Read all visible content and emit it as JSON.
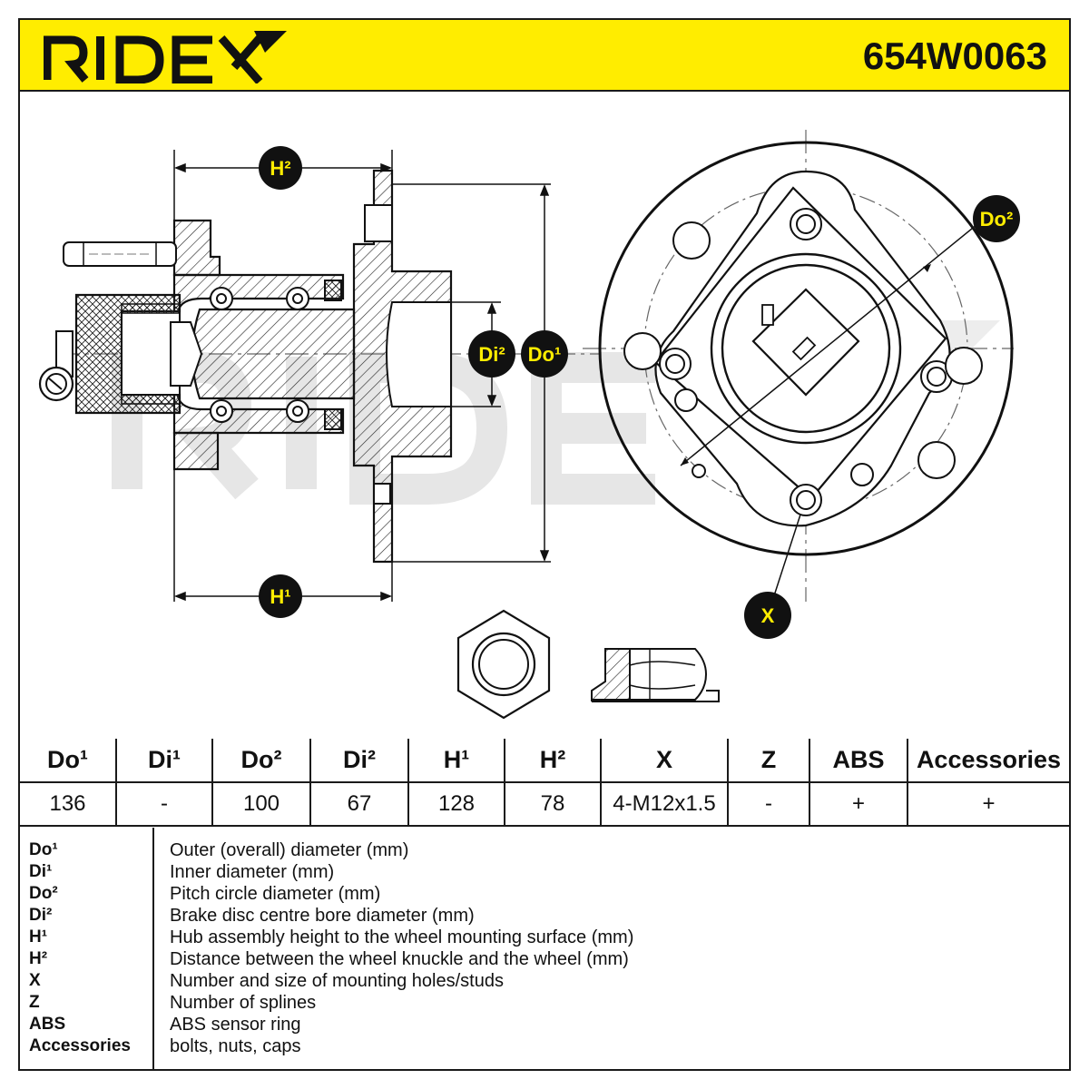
{
  "brand": {
    "name": "RIDEX",
    "accent_color": "#ffed00"
  },
  "part_number": "654W0063",
  "drawing_labels": {
    "h2": "H²",
    "h1": "H¹",
    "di2": "Di²",
    "do1": "Do¹",
    "do2": "Do²",
    "x": "X"
  },
  "specs": {
    "headers": [
      "Do¹",
      "Di¹",
      "Do²",
      "Di²",
      "H¹",
      "H²",
      "X",
      "Z",
      "ABS",
      "Accessories"
    ],
    "values": [
      "136",
      "-",
      "100",
      "67",
      "128",
      "78",
      "4-M12x1.5",
      "-",
      "+",
      "+"
    ]
  },
  "legend": [
    {
      "key": "Do¹",
      "desc": "Outer (overall) diameter (mm)"
    },
    {
      "key": "Di¹",
      "desc": "Inner diameter (mm)"
    },
    {
      "key": "Do²",
      "desc": "Pitch circle diameter (mm)"
    },
    {
      "key": "Di²",
      "desc": "Brake disc centre bore diameter (mm)"
    },
    {
      "key": "H¹",
      "desc": "Hub assembly height to the wheel mounting surface (mm)"
    },
    {
      "key": "H²",
      "desc": "Distance between the wheel knuckle and the wheel (mm)"
    },
    {
      "key": "X",
      "desc": "Number and size of mounting holes/studs"
    },
    {
      "key": "Z",
      "desc": "Number of splines"
    },
    {
      "key": "ABS",
      "desc": "ABS sensor ring"
    },
    {
      "key": "Accessories",
      "desc": "bolts, nuts, caps"
    }
  ]
}
